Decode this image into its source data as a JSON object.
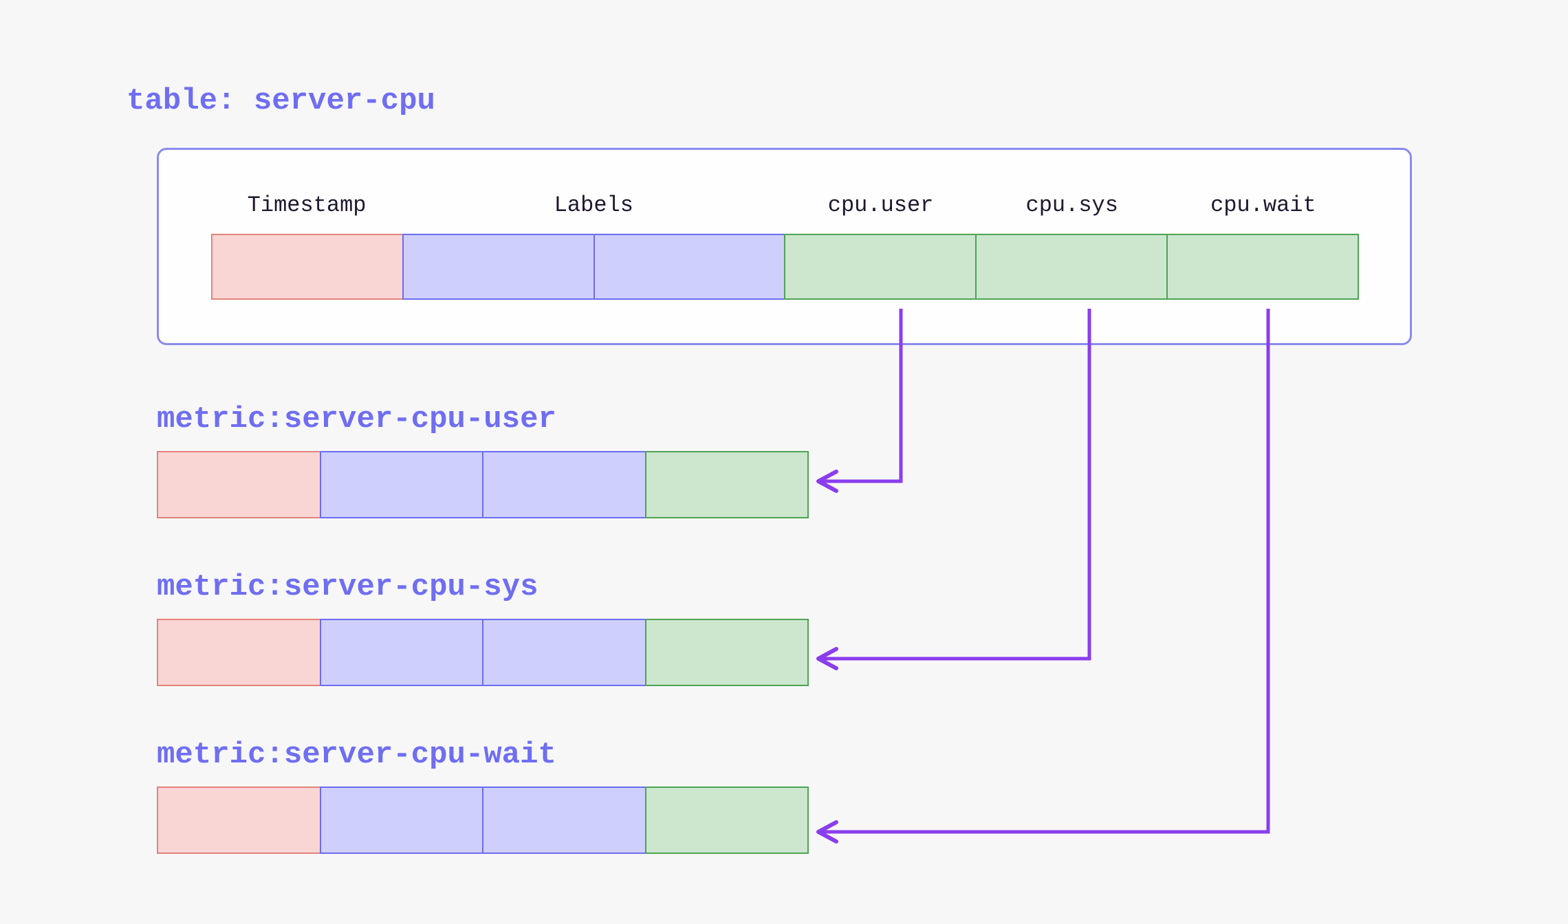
{
  "page": {
    "background": "#f7f7f8"
  },
  "table": {
    "title": "table: server-cpu",
    "headers": [
      {
        "label": "Timestamp",
        "span": 1,
        "role": "timestamp"
      },
      {
        "label": "Labels",
        "span": 2,
        "role": "labels"
      },
      {
        "label": "cpu.user",
        "span": 1,
        "role": "metric"
      },
      {
        "label": "cpu.sys",
        "span": 1,
        "role": "metric"
      },
      {
        "label": "cpu.wait",
        "span": 1,
        "role": "metric"
      }
    ],
    "row_cells": [
      "timestamp",
      "labels",
      "labels",
      "metric",
      "metric",
      "metric"
    ]
  },
  "metrics": [
    {
      "title": "metric:server-cpu-user",
      "source_column": "cpu.user",
      "cells": [
        "timestamp",
        "labels",
        "labels",
        "metric"
      ]
    },
    {
      "title": "metric:server-cpu-sys",
      "source_column": "cpu.sys",
      "cells": [
        "timestamp",
        "labels",
        "labels",
        "metric"
      ]
    },
    {
      "title": "metric:server-cpu-wait",
      "source_column": "cpu.wait",
      "cells": [
        "timestamp",
        "labels",
        "labels",
        "metric"
      ]
    }
  ],
  "arrows": [
    {
      "from": "cpu.user",
      "to": "metric:server-cpu-user"
    },
    {
      "from": "cpu.sys",
      "to": "metric:server-cpu-sys"
    },
    {
      "from": "cpu.wait",
      "to": "metric:server-cpu-wait"
    }
  ],
  "colors": {
    "background": "#f7f7f8",
    "table_box_border": "#8a8af0",
    "label_text": "#6f6ef2",
    "header_text": "#20172f",
    "timestamp_fill": "#f9d6d3",
    "timestamp_border": "#e2837b",
    "labels_fill": "#cfcffc",
    "labels_border": "#6c6cf0",
    "metric_fill": "#cce7cd",
    "metric_border": "#4ea355",
    "arrow": "#8b3ded"
  }
}
